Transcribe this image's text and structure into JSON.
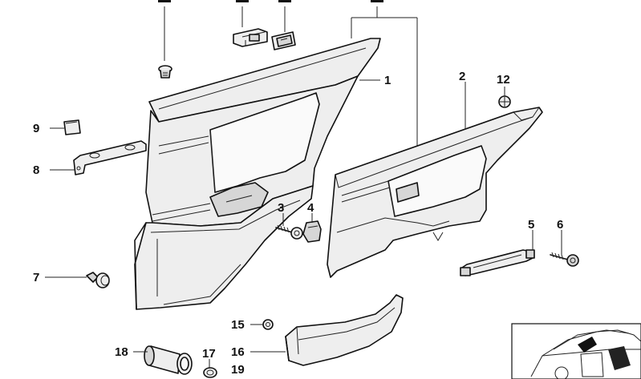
{
  "callouts": [
    {
      "id": "1",
      "label": "1"
    },
    {
      "id": "2",
      "label": "2"
    },
    {
      "id": "3",
      "label": "3"
    },
    {
      "id": "4",
      "label": "4"
    },
    {
      "id": "5",
      "label": "5"
    },
    {
      "id": "6",
      "label": "6"
    },
    {
      "id": "7",
      "label": "7"
    },
    {
      "id": "8",
      "label": "8"
    },
    {
      "id": "9",
      "label": "9"
    },
    {
      "id": "12",
      "label": "12"
    },
    {
      "id": "15",
      "label": "15"
    },
    {
      "id": "16",
      "label": "16"
    },
    {
      "id": "17",
      "label": "17"
    },
    {
      "id": "18",
      "label": "18"
    },
    {
      "id": "19",
      "label": "19"
    }
  ],
  "colors": {
    "line": "#111111",
    "panel_fill": "#eeeeee",
    "panel_shade": "#d6d6d6",
    "dark_shade": "#bdbdbd",
    "background": "#ffffff"
  }
}
